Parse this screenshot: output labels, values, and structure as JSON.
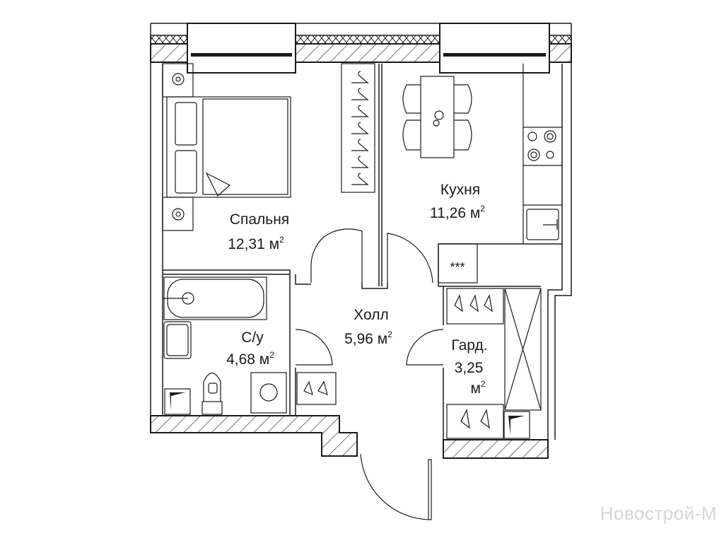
{
  "rooms": {
    "bedroom": {
      "name": "Спальня",
      "area": "12,31 м",
      "sup": "2"
    },
    "kitchen": {
      "name": "Кухня",
      "area": "11,26 м",
      "sup": "2"
    },
    "hall": {
      "name": "Холл",
      "area": "5,96 м",
      "sup": "2"
    },
    "bathroom": {
      "name": "С/у",
      "area": "4,68 м",
      "sup": "2"
    },
    "wardrobe": {
      "name": "Гард.",
      "area": "3,25",
      "unit": "м",
      "sup": "2"
    }
  },
  "fridge_label": "***",
  "watermark": "Новострой-М",
  "colors": {
    "line": "#1a1a1a",
    "background": "#ffffff",
    "watermark": "#d6d6d6"
  }
}
